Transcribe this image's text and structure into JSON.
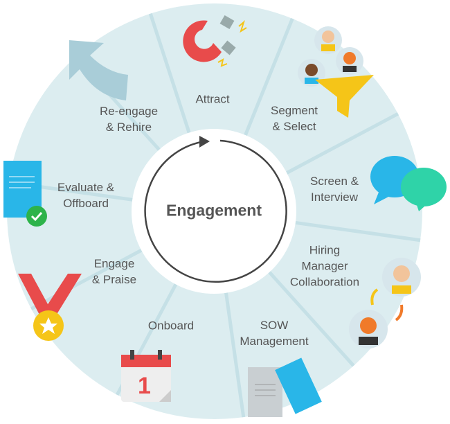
{
  "center_label": "Engagement",
  "stages": [
    {
      "line1": "Attract",
      "line2": "",
      "icon": "magnet-icon"
    },
    {
      "line1": "Segment",
      "line2": "& Select",
      "icon": "funnel-people-icon"
    },
    {
      "line1": "Screen &",
      "line2": "Interview",
      "icon": "chat-bubbles-icon"
    },
    {
      "line1": "Hiring",
      "line2": "Manager",
      "line3": "Collaboration",
      "icon": "people-exchange-icon"
    },
    {
      "line1": "SOW",
      "line2": "Management",
      "icon": "documents-icon"
    },
    {
      "line1": "Onboard",
      "line2": "",
      "icon": "calendar-icon"
    },
    {
      "line1": "Engage",
      "line2": "& Praise",
      "icon": "medal-icon"
    },
    {
      "line1": "Evaluate &",
      "line2": "Offboard",
      "icon": "checked-document-icon"
    },
    {
      "line1": "Re-engage",
      "line2": "& Rehire",
      "icon": "return-arrow-icon"
    }
  ],
  "calendar_day": "1",
  "colors": {
    "ring": "#dcedf0",
    "spoke": "#c5e0e6",
    "text": "#555555",
    "accent_blue": "#29b6e8",
    "accent_green": "#2fd3a8",
    "accent_red": "#e84b4b",
    "accent_yellow": "#f5c518"
  }
}
